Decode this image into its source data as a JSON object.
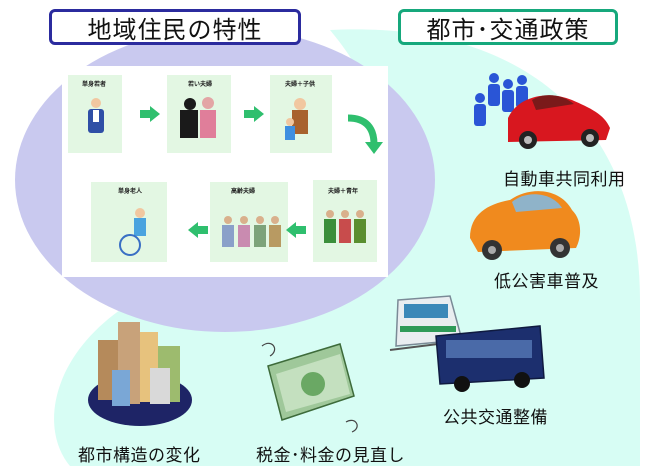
{
  "titles": {
    "residents": "地域住民の特性",
    "policy": "都市･交通政策"
  },
  "lifecycle_cards": [
    {
      "caption": "単身若者"
    },
    {
      "caption": "若い夫婦"
    },
    {
      "caption": "夫婦＋子供"
    },
    {
      "caption": "夫婦＋青年"
    },
    {
      "caption": "高齢夫婦"
    },
    {
      "caption": "単身老人"
    }
  ],
  "items": {
    "carsharing": "自動車共同利用",
    "low_emission": "低公害車普及",
    "public_transit": "公共交通整備",
    "urban_structure": "都市構造の変化",
    "taxes": "税金･料金の見直し"
  },
  "colors": {
    "ellipse": "#c9c9ef",
    "swoosh": "#d7fdf4",
    "residents_border": "#2b2b9e",
    "policy_border": "#16a87c",
    "card_bg": "#e3f7e3",
    "arrow": "#2fbf6e"
  }
}
